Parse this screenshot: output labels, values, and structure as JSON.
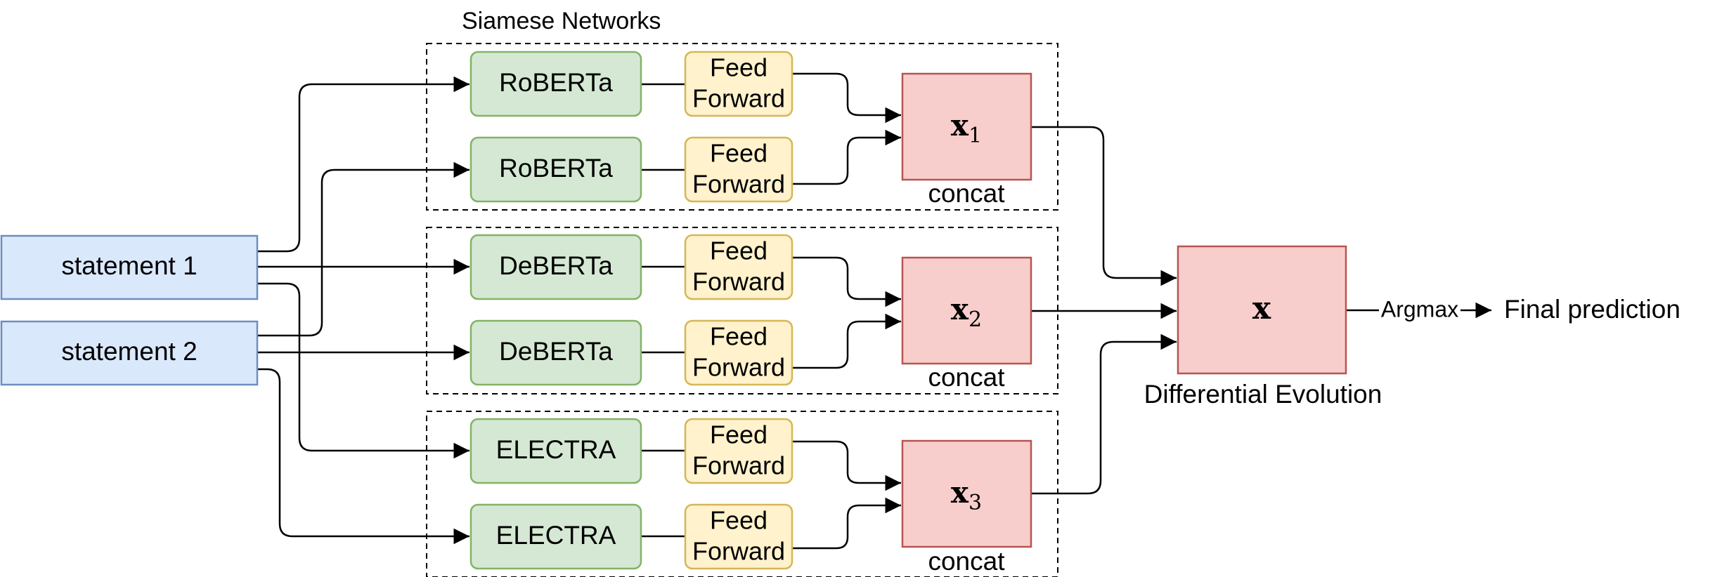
{
  "group_title": "Siamese Networks",
  "inputs": [
    "statement 1",
    "statement 2"
  ],
  "encoders": [
    "RoBERTa",
    "RoBERTa",
    "DeBERTa",
    "DeBERTa",
    "ELECTRA",
    "ELECTRA"
  ],
  "feed_forward": {
    "line1": "Feed",
    "line2": "Forward"
  },
  "concat_label": "concat",
  "features": [
    {
      "symbol": "x",
      "sub": "1"
    },
    {
      "symbol": "x",
      "sub": "2"
    },
    {
      "symbol": "x",
      "sub": "3"
    }
  ],
  "ensemble": {
    "symbol": "x",
    "caption": "Differential Evolution"
  },
  "argmax_label": "Argmax",
  "output_label": "Final prediction",
  "colors": {
    "input_fill": "#dae8fc",
    "input_stroke": "#6c8ebf",
    "encoder_fill": "#d5e8d4",
    "encoder_stroke": "#82b366",
    "ff_fill": "#fff2cc",
    "ff_stroke": "#d6b656",
    "concat_fill": "#f8cecc",
    "concat_stroke": "#b85450"
  }
}
